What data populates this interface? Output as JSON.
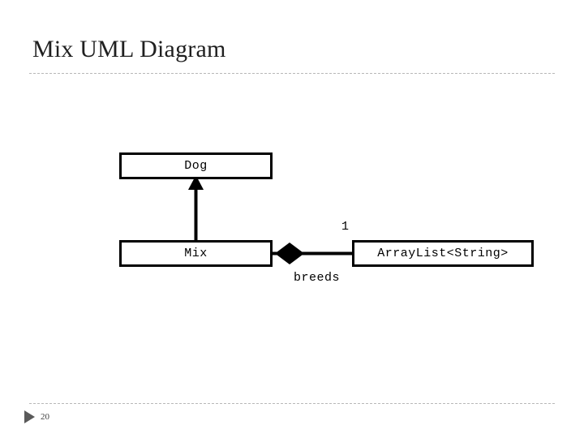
{
  "slide": {
    "title": "Mix UML Diagram",
    "number": "20",
    "footer_marker_icon": "triangle-right-icon"
  },
  "diagram": {
    "type": "uml-class-diagram",
    "classes": [
      {
        "id": "dog",
        "name": "Dog"
      },
      {
        "id": "mix",
        "name": "Mix"
      },
      {
        "id": "arraylist",
        "name": "ArrayList<String>"
      }
    ],
    "relationships": [
      {
        "id": "inheritance",
        "kind": "generalization",
        "from": "mix",
        "to": "dog",
        "arrow": "hollow-closed-arrow-up",
        "label": ""
      },
      {
        "id": "composition",
        "kind": "composition",
        "from": "mix",
        "to": "arraylist",
        "diamond": "filled-diamond",
        "multiplicity": "1",
        "role": "breeds"
      }
    ],
    "colors": {
      "stroke": "#000000",
      "fill": "#ffffff",
      "title": "#202020",
      "rule": "#b8b8b8"
    }
  }
}
